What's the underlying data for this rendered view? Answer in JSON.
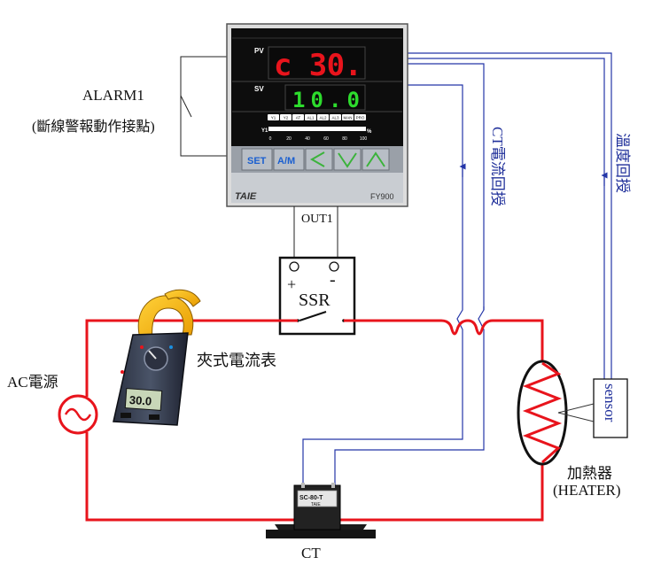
{
  "controller": {
    "pv_label": "PV",
    "pv_value": "c 30.",
    "sv_label": "SV",
    "sv_value": "10.0",
    "indicators": [
      "Y1",
      "Y2",
      "AT",
      "AL1",
      "AL2",
      "AL3",
      "MAN",
      "PRO"
    ],
    "bar_label": "Y1",
    "bar_unit": "%",
    "bar_ticks": [
      "0",
      "20",
      "40",
      "60",
      "80",
      "100"
    ],
    "keys": {
      "set": "SET",
      "am": "A/M",
      "left": "<",
      "down": "∨",
      "up": "∧"
    },
    "brand": "TAIE",
    "model": "FY900"
  },
  "labels": {
    "alarm_title": "ALARM1",
    "alarm_desc": "(斷線警報動作接點)",
    "out1": "OUT1",
    "ssr": "SSR",
    "ssr_plus": "+",
    "ssr_minus": "-",
    "clamp_meter": "夾式電流表",
    "meter_display": "30.0",
    "ac_source": "AC電源",
    "ct_feedback": "CT電流回授",
    "temp_feedback": "溫度回授",
    "sensor": "sensor",
    "heater": "加熱器",
    "heater_en": "(HEATER)",
    "ct": "CT",
    "ct_model": "SC-80-T",
    "ct_brand": "TAIE"
  },
  "colors": {
    "power_line": "#e8141c",
    "signal_line": "#2436a8",
    "wire": "#222222",
    "panel": "#0d0d0d",
    "keypad": "#9aa0a8"
  }
}
